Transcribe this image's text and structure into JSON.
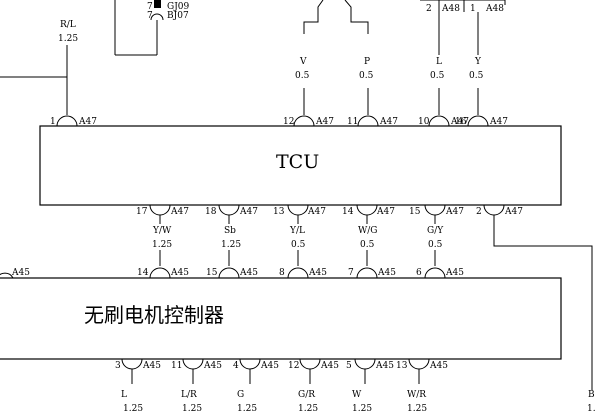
{
  "connectors": {
    "top_left": {
      "pin7a": "7",
      "pin7b": "7",
      "label_a": "GJ09",
      "label_b": "BJ07"
    },
    "top_right": {
      "pin_a": "2",
      "conn_a": "A48",
      "pin_b": "1",
      "conn_b": "A48"
    }
  },
  "wire_left": {
    "color": "R/L",
    "gauge": "1.25"
  },
  "tcu": {
    "title": "TCU",
    "top_pins": [
      {
        "num": "1",
        "conn": "A47"
      },
      {
        "num": "12",
        "conn": "A47",
        "color": "V",
        "gauge": "0.5"
      },
      {
        "num": "11",
        "conn": "A47",
        "color": "P",
        "gauge": "0.5"
      },
      {
        "num": "10",
        "conn": "A47",
        "color": "L",
        "gauge": "0.5"
      },
      {
        "num": "16",
        "conn": "A47",
        "color": "Y",
        "gauge": "0.5"
      }
    ],
    "bottom_pins": [
      {
        "num": "17",
        "conn": "A47",
        "color": "Y/W",
        "gauge": "1.25"
      },
      {
        "num": "18",
        "conn": "A47",
        "color": "Sb",
        "gauge": "1.25"
      },
      {
        "num": "13",
        "conn": "A47",
        "color": "Y/L",
        "gauge": "0.5"
      },
      {
        "num": "14",
        "conn": "A47",
        "color": "W/G",
        "gauge": "0.5"
      },
      {
        "num": "15",
        "conn": "A47",
        "color": "G/Y",
        "gauge": "0.5"
      },
      {
        "num": "2",
        "conn": "A47"
      }
    ]
  },
  "controller": {
    "title": "无刷电机控制器",
    "top_pins": [
      {
        "conn": "A45"
      },
      {
        "num": "14",
        "conn": "A45"
      },
      {
        "num": "15",
        "conn": "A45"
      },
      {
        "num": "8",
        "conn": "A45"
      },
      {
        "num": "7",
        "conn": "A45"
      },
      {
        "num": "6",
        "conn": "A45"
      }
    ],
    "bottom_pins": [
      {
        "num": "3",
        "conn": "A45",
        "color": "L",
        "gauge": "1.25"
      },
      {
        "num": "11",
        "conn": "A45",
        "color": "L/R",
        "gauge": "1.25"
      },
      {
        "num": "4",
        "conn": "A45",
        "color": "G",
        "gauge": "1.25"
      },
      {
        "num": "12",
        "conn": "A45",
        "color": "G/R",
        "gauge": "1.25"
      },
      {
        "num": "5",
        "conn": "A45",
        "color": "W",
        "gauge": "1.25"
      },
      {
        "num": "13",
        "conn": "A45",
        "color": "W/R",
        "gauge": "1.25"
      }
    ]
  },
  "wire_right": {
    "color": "B",
    "gauge": "1."
  }
}
